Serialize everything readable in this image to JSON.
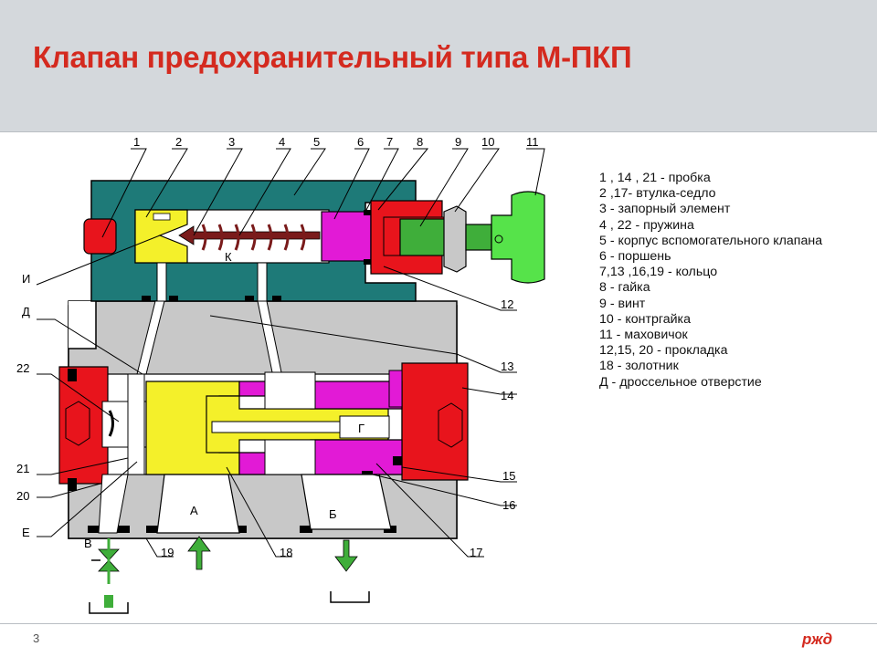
{
  "title": "Клапан предохранительный типа М-ПКП",
  "page_number": "3",
  "logo_text": "РЖД",
  "legend": [
    "1 , 14 , 21 - пробка",
    "2 ,17- втулка-седло",
    "3 - запорный элемент",
    "4 , 22 - пружина",
    "5 - корпус вспомогательного клапана",
    "6 - поршень",
    "7,13 ,16,19 - кольцо",
    "8 - гайка",
    "9 - винт",
    "10 - контргайка",
    "11 - маховичок",
    "12,15, 20 - прокладка",
    "18 - золотник",
    "Д - дроссельное отверстие"
  ],
  "callouts": {
    "n1": "1",
    "n2": "2",
    "n3": "3",
    "n4": "4",
    "n5": "5",
    "n6": "6",
    "n7": "7",
    "n8": "8",
    "n9": "9",
    "n10": "10",
    "n11": "11",
    "n12": "12",
    "n13": "13",
    "n14": "14",
    "n15": "15",
    "n16": "16",
    "n17": "17",
    "n18": "18",
    "n19": "19",
    "n20": "20",
    "n21": "21",
    "n22": "22",
    "I": "И",
    "D": "Д",
    "E": "Е",
    "V": "В"
  },
  "inner_labels": {
    "K": "К",
    "G": "Г",
    "A": "А",
    "B": "Б"
  },
  "colors": {
    "title": "#d42a1f",
    "aux_body": "#1e7a78",
    "main_body": "#c8c8c8",
    "plug": "#e8141c",
    "seat": "#f4f02a",
    "piston": "#e21ad6",
    "screw": "#3fae3a",
    "handwheel": "#56e34a",
    "spring": "#7a1b1b"
  }
}
